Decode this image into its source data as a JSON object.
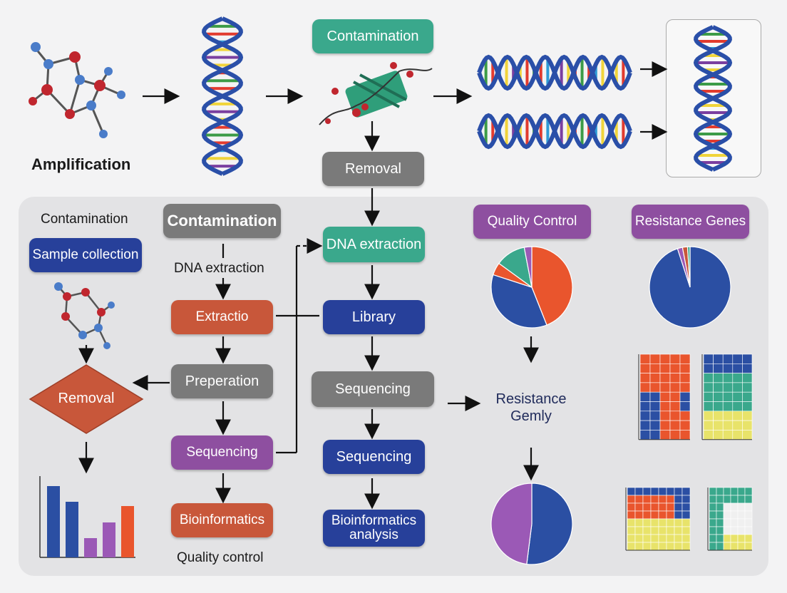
{
  "top": {
    "amplification_label": "Amplification",
    "contamination_box": "Contamination",
    "removal_box": "Removal"
  },
  "left_column": {
    "contamination_label": "Contamination",
    "sample_collection": "Sample collection",
    "removal_diamond": "Removal"
  },
  "middle_left": {
    "contamination_box": "Contamination",
    "dna_extraction_label": "DNA extraction",
    "extraction_box": "Extractio",
    "preparation_box": "Preperation",
    "sequencing_box": "Sequencing",
    "bioinformatics_box": "Bioinformatics",
    "quality_control_label": "Quality control"
  },
  "center_column": {
    "dna_extraction_box": "DNA extraction",
    "library_box": "Library",
    "sequencing_box_1": "Sequencing",
    "sequencing_box_2": "Sequencing",
    "bioinformatics_box": "Bioinformatics analysis"
  },
  "right_area": {
    "quality_control_box": "Quality Control",
    "resistance_genes_box": "Resistance Genes",
    "resistance_label": "Resistance Gemly"
  },
  "colors": {
    "teal": "#3aa88c",
    "gray": "#7a7a7a",
    "blue": "#27409a",
    "purple": "#8e4fa0",
    "orange": "#c8573a",
    "red_orange": "#e9552d",
    "yellow": "#e8e36a",
    "green": "#2f9e7a"
  },
  "chart_data": [
    {
      "type": "pie",
      "title": "Quality Control",
      "slices": [
        {
          "value": 44,
          "color": "#e9552d"
        },
        {
          "value": 36,
          "color": "#2b4fa3"
        },
        {
          "value": 5,
          "color": "#e9552d"
        },
        {
          "value": 12,
          "color": "#3aa88c"
        },
        {
          "value": 3,
          "color": "#9b59b6"
        }
      ]
    },
    {
      "type": "pie",
      "title": "Resistance Genes",
      "slices": [
        {
          "value": 95,
          "color": "#2b4fa3"
        },
        {
          "value": 2,
          "color": "#9b59b6"
        },
        {
          "value": 2,
          "color": "#c8573a"
        },
        {
          "value": 1,
          "color": "#3aa88c"
        }
      ]
    },
    {
      "type": "pie",
      "slices": [
        {
          "value": 52,
          "color": "#2b4fa3"
        },
        {
          "value": 48,
          "color": "#9b59b6"
        }
      ]
    },
    {
      "type": "bar",
      "values": [
        100,
        78,
        27,
        49,
        72
      ],
      "colors": [
        "#2b4fa3",
        "#2b4fa3",
        "#9b59b6",
        "#9b59b6",
        "#e9552d"
      ],
      "ylim": [
        0,
        110
      ]
    }
  ]
}
